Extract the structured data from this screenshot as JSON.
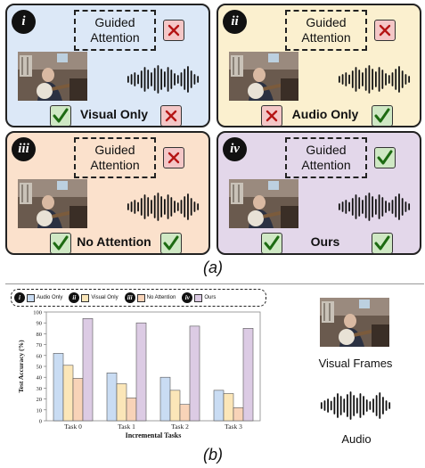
{
  "panels": [
    {
      "id": "i",
      "badge": "i",
      "guided_attention": [
        "Guided",
        "Attention"
      ],
      "label": "Visual Only",
      "bg": "#dce8f7",
      "ga_mark": "cross",
      "left_mark": "check",
      "right_mark": "cross"
    },
    {
      "id": "ii",
      "badge": "ii",
      "guided_attention": [
        "Guided",
        "Attention"
      ],
      "label": "Audio Only",
      "bg": "#fbf0cf",
      "ga_mark": "cross",
      "left_mark": "cross",
      "right_mark": "check"
    },
    {
      "id": "iii",
      "badge": "iii",
      "guided_attention": [
        "Guided",
        "Attention"
      ],
      "label": "No Attention",
      "bg": "#fbe1cc",
      "ga_mark": "cross",
      "left_mark": "check",
      "right_mark": "check"
    },
    {
      "id": "iv",
      "badge": "iv",
      "guided_attention": [
        "Guided",
        "Attention"
      ],
      "label": "Ours",
      "bg": "#e3d7ea",
      "ga_mark": "check",
      "left_mark": "check",
      "right_mark": "check"
    }
  ],
  "caption_a": "(a)",
  "caption_b": "(b)",
  "legend": [
    {
      "badge": "i",
      "label": "Audio Only",
      "color": "#c9dcf3"
    },
    {
      "badge": "ii",
      "label": "Visual Only",
      "color": "#fbe6b8"
    },
    {
      "badge": "iii",
      "label": "No Attention",
      "color": "#f8d3b8"
    },
    {
      "badge": "iv",
      "label": "Ours",
      "color": "#dccbe4"
    }
  ],
  "side": {
    "visual_label": "Visual Frames",
    "audio_label": "Audio"
  },
  "colors": {
    "check": "#1d6b12",
    "cross": "#b51515"
  },
  "chart_data": {
    "type": "bar",
    "xlabel": "Incremental Tasks",
    "ylabel": "Test Accuracy (%)",
    "ylim": [
      0,
      100
    ],
    "yticks": [
      0,
      10,
      20,
      30,
      40,
      50,
      60,
      70,
      80,
      90,
      100
    ],
    "categories": [
      "Task 0",
      "Task 1",
      "Task 2",
      "Task 3"
    ],
    "grid": false,
    "series": [
      {
        "name": "Audio Only",
        "color": "#c9dcf3",
        "values": [
          62,
          44,
          40,
          28
        ]
      },
      {
        "name": "Visual Only",
        "color": "#fbe6b8",
        "values": [
          51,
          34,
          28,
          25
        ]
      },
      {
        "name": "No Attention",
        "color": "#f8d3b8",
        "values": [
          39,
          21,
          15,
          12
        ]
      },
      {
        "name": "Ours",
        "color": "#dccbe4",
        "values": [
          94,
          90,
          87,
          85
        ]
      }
    ]
  }
}
